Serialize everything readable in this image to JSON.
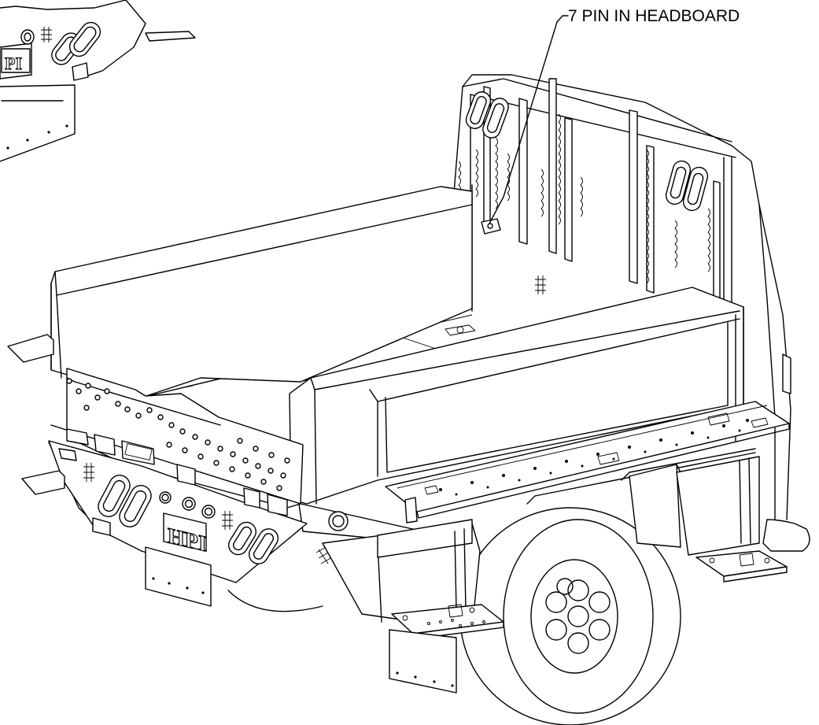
{
  "drawing": {
    "callout": "7 PIN IN HEADBOARD",
    "logo_main": "HPI",
    "logo_partial": "PI"
  }
}
